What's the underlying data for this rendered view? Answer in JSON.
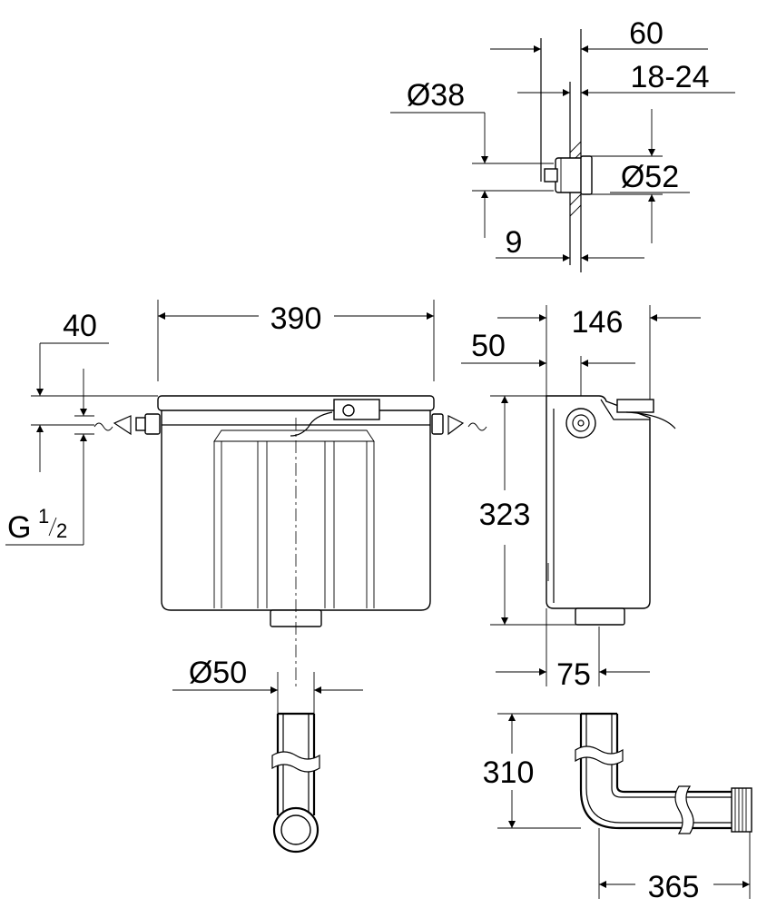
{
  "dimensions": {
    "d60": "60",
    "d18_24": "18-24",
    "d38": "Ø38",
    "d52": "Ø52",
    "d9": "9",
    "d40": "40",
    "d390": "390",
    "g_main": "G",
    "g_num": "1",
    "g_den": "2",
    "d146": "146",
    "d50w": "50",
    "d323": "323",
    "d50": "Ø50",
    "d75": "75",
    "d310": "310",
    "d365": "365"
  }
}
